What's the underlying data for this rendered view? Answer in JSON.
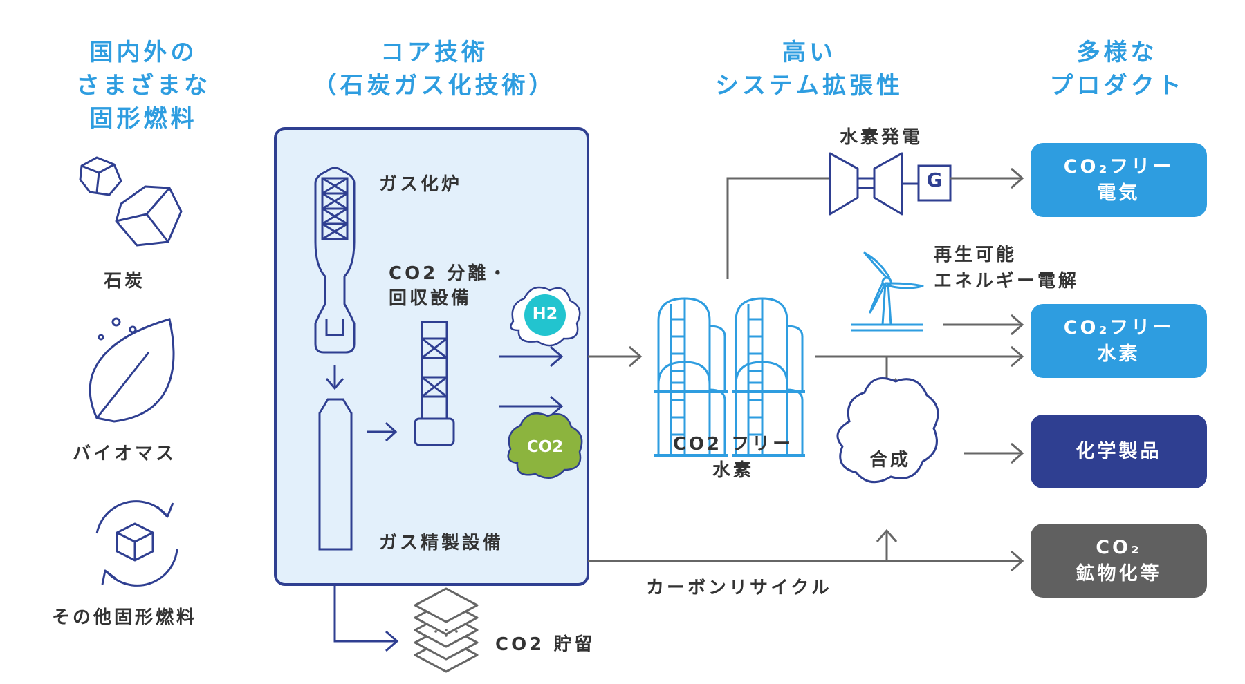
{
  "columns": {
    "fuels": [
      "国内外の",
      "さまざまな",
      "固形燃料"
    ],
    "core": [
      "コア技術",
      "（石炭ガス化技術）"
    ],
    "system": [
      "高い",
      "システム拡張性"
    ],
    "products": [
      "多様な",
      "プロダクト"
    ]
  },
  "fuels": {
    "coal": "石炭",
    "biomass": "バイオマス",
    "other": "その他固形燃料"
  },
  "core_box": {
    "gasifier": "ガス化炉",
    "co2_sep": [
      "CO2 分離・",
      "回収設備"
    ],
    "gas_refine": "ガス精製設備",
    "h2_badge": "H2",
    "co2_badge": "CO2"
  },
  "storage": {
    "co2_storage": "CO2 貯留"
  },
  "hydrogen_tanks": [
    "CO2 フリー",
    "水素"
  ],
  "hydrogen_power": {
    "label": "水素発電",
    "generator": "G"
  },
  "renewable": [
    "再生可能",
    "エネルギー電解"
  ],
  "synthesis": "合成",
  "carbon_recycle": "カーボンリサイクル",
  "products": [
    {
      "lines": [
        "CO₂フリー",
        "電気"
      ],
      "color": "#2e9de0"
    },
    {
      "lines": [
        "CO₂フリー",
        "水素"
      ],
      "color": "#2e9de0"
    },
    {
      "lines": [
        "化学製品"
      ],
      "color": "#2f3f91"
    },
    {
      "lines": [
        "CO₂",
        "鉱物化等"
      ],
      "color": "#606060"
    }
  ],
  "colors": {
    "heading": "#2e9de0",
    "navy_line": "#2f3f91",
    "blue_icon": "#2e9de0",
    "core_fill": "#e3f0fb",
    "arrow_gray": "#666666",
    "h2_fill": "#22c4cf",
    "co2_fill": "#8cb43e"
  }
}
